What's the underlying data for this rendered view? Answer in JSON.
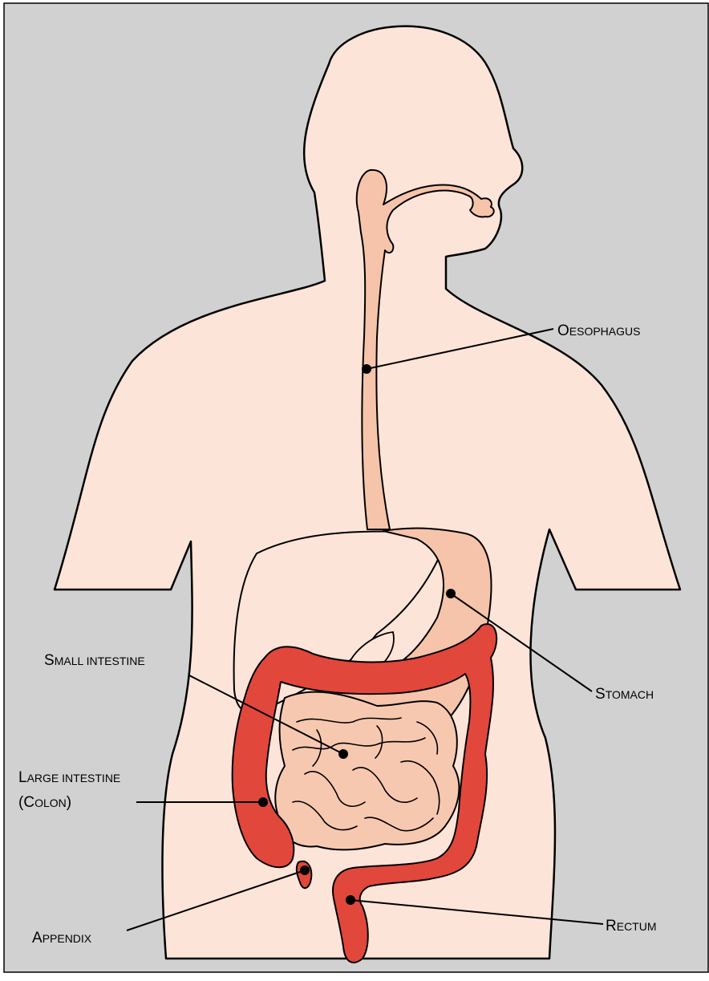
{
  "colors": {
    "background": "#d1d1d1",
    "skin": "#fde4d8",
    "esophagus_stomach": "#f6c4aa",
    "small_intestine": "#f7c8b0",
    "large_intestine": "#e2473b",
    "outline": "#000000"
  },
  "labels": {
    "oesophagus": {
      "first": "O",
      "rest": "ESOPHAGUS"
    },
    "stomach": {
      "first": "S",
      "rest": "TOMACH"
    },
    "small_intestine": {
      "first": "S",
      "rest": "MALL INTESTINE"
    },
    "large_intestine": {
      "first": "L",
      "rest": "ARGE INTESTINE"
    },
    "colon": {
      "open": "(C",
      "rest": "OLON",
      "close": ")"
    },
    "appendix": {
      "first": "A",
      "rest": "PPENDIX"
    },
    "rectum": {
      "first": "R",
      "rest": "ECTUM"
    }
  }
}
